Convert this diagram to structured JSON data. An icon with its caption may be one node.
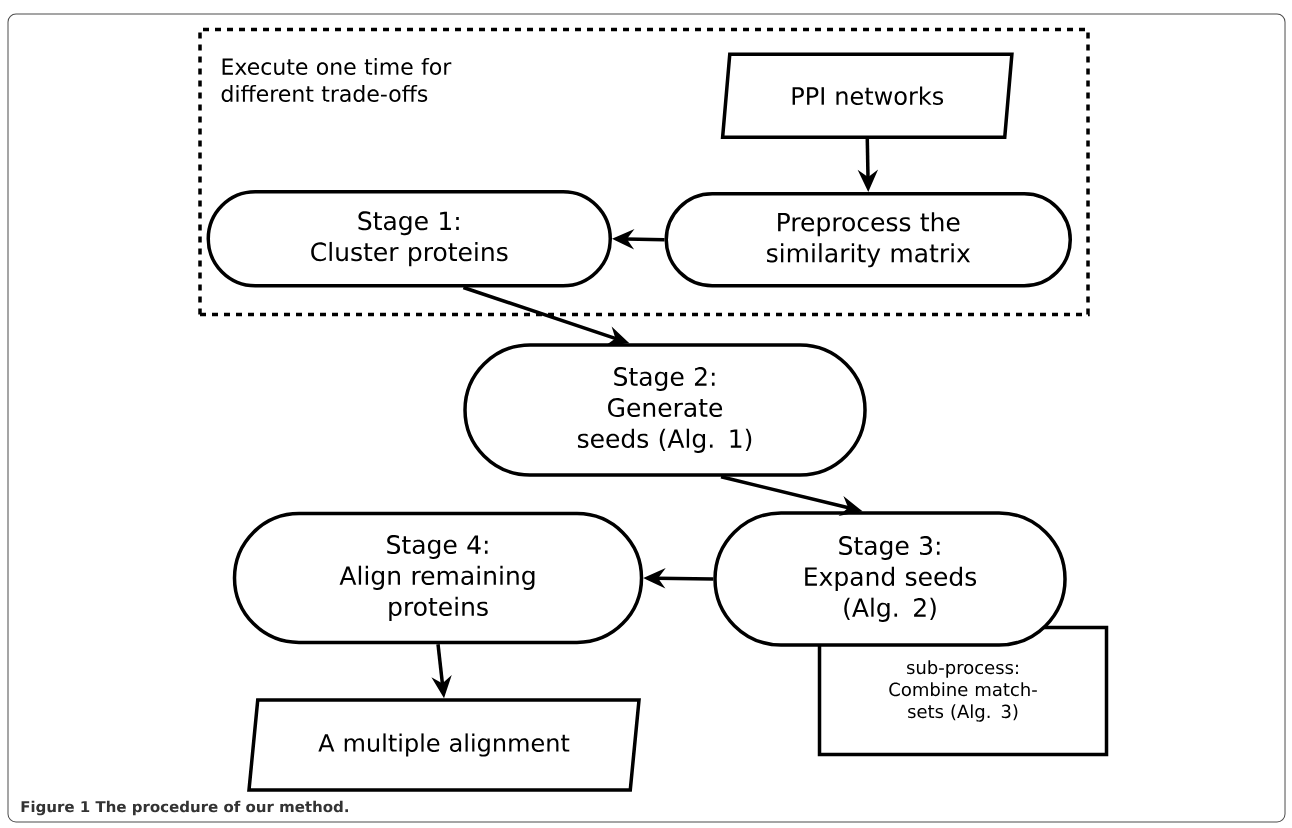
{
  "diagram": {
    "caption": "Figure 1 The procedure of our method.",
    "nodes": [
      {
        "text": [
          "Execute one time for different trade-offs"
        ]
      },
      {
        "text": [
          "PPI networks"
        ],
        "in": 0
      },
      {
        "text": [
          "Preprocess the similarity matrix"
        ],
        "in": 0
      },
      {
        "text": [
          "Stage 1:",
          "Cluster proteins"
        ],
        "in": 0
      },
      {
        "text": [
          "Stage 2:",
          "Generate seeds (Alg. 1)"
        ]
      },
      {
        "text": [
          "Stage 3:",
          "Expand seeds (Alg. 2)"
        ]
      },
      {
        "text": [
          "sub-process:",
          "Combine match-sets (Alg. 3)"
        ]
      },
      {
        "text": [
          "Stage 4:",
          "Align remaining proteins"
        ]
      },
      {
        "text": [
          "A multiple alignment"
        ]
      }
    ],
    "edges": [
      {
        "from": 1,
        "to": 2,
        "arrow": "to"
      },
      {
        "from": 2,
        "to": 3,
        "arrow": "to"
      },
      {
        "from": 3,
        "to": 4,
        "arrow": "to"
      },
      {
        "from": 4,
        "to": 5,
        "arrow": "to"
      },
      {
        "from": 5,
        "to": 7,
        "arrow": "to"
      },
      {
        "from": 7,
        "to": 8,
        "arrow": "to"
      }
    ]
  }
}
